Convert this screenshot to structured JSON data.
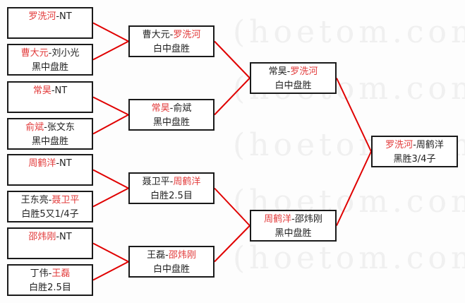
{
  "watermark": "(hoetom.com)",
  "colors": {
    "winner": "#e23a3a",
    "connector": "#e00000",
    "border": "#1a1a1a"
  },
  "round1": [
    {
      "line1": [
        {
          "text": "罗洗河",
          "red": true
        },
        {
          "text": "-NT",
          "red": false
        }
      ],
      "line2": ""
    },
    {
      "line1": [
        {
          "text": "曹大元",
          "red": true
        },
        {
          "text": "-刘小光",
          "red": false
        }
      ],
      "line2": "黑中盘胜"
    },
    {
      "line1": [
        {
          "text": "常昊",
          "red": true
        },
        {
          "text": "-NT",
          "red": false
        }
      ],
      "line2": ""
    },
    {
      "line1": [
        {
          "text": "俞斌",
          "red": true
        },
        {
          "text": "-张文东",
          "red": false
        }
      ],
      "line2": "黑中盘胜"
    },
    {
      "line1": [
        {
          "text": "周鹤洋",
          "red": true
        },
        {
          "text": "-NT",
          "red": false
        }
      ],
      "line2": ""
    },
    {
      "line1": [
        {
          "text": "王东亮-",
          "red": false
        },
        {
          "text": "聂卫平",
          "red": true
        }
      ],
      "line2": "白胜5又1/4子"
    },
    {
      "line1": [
        {
          "text": "邵炜刚",
          "red": true
        },
        {
          "text": "-NT",
          "red": false
        }
      ],
      "line2": ""
    },
    {
      "line1": [
        {
          "text": "丁伟-",
          "red": false
        },
        {
          "text": "王磊",
          "red": true
        }
      ],
      "line2": "白胜2.5目"
    }
  ],
  "round2": [
    {
      "line1": [
        {
          "text": "曹大元-",
          "red": false
        },
        {
          "text": "罗洗河",
          "red": true
        }
      ],
      "line2": "白中盘胜"
    },
    {
      "line1": [
        {
          "text": "常昊",
          "red": true
        },
        {
          "text": "-俞斌",
          "red": false
        }
      ],
      "line2": "黑中盘胜"
    },
    {
      "line1": [
        {
          "text": "聂卫平-",
          "red": false
        },
        {
          "text": "周鹤洋",
          "red": true
        }
      ],
      "line2": "白胜2.5目"
    },
    {
      "line1": [
        {
          "text": "王磊-",
          "red": false
        },
        {
          "text": "邵炜刚",
          "red": true
        }
      ],
      "line2": "白中盘胜"
    }
  ],
  "round3": [
    {
      "line1": [
        {
          "text": "常昊-",
          "red": false
        },
        {
          "text": "罗洗河",
          "red": true
        }
      ],
      "line2": "白中盘胜"
    },
    {
      "line1": [
        {
          "text": "周鹤洋",
          "red": true
        },
        {
          "text": "-邵炜刚",
          "red": false
        }
      ],
      "line2": "黑中盘胜"
    }
  ],
  "final": [
    {
      "line1": [
        {
          "text": "罗洗河",
          "red": true
        },
        {
          "text": "-周鹤洋",
          "red": false
        }
      ],
      "line2": "黑胜3/4子"
    }
  ]
}
